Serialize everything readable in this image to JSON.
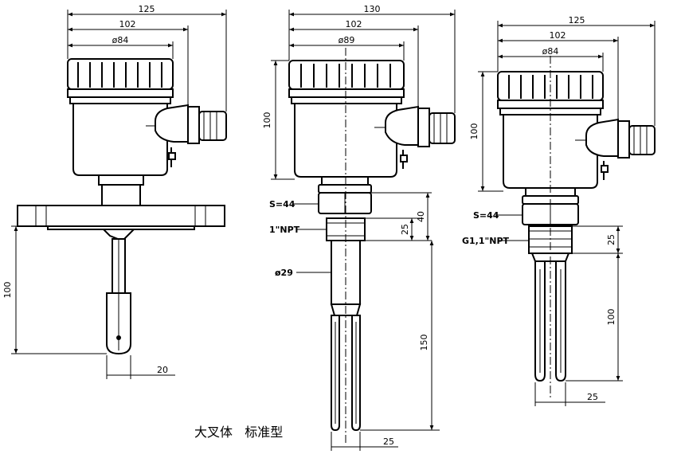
{
  "caption": "大叉体   标准型",
  "left_view": {
    "dim_overall_width": "125",
    "dim_housing_width": "102",
    "dim_cap_diameter": "ø84",
    "dim_probe_length": "100",
    "dim_paddle_width": "20"
  },
  "middle_view": {
    "dim_overall_width": "130",
    "dim_housing_width": "102",
    "dim_cap_diameter": "ø89",
    "dim_housing_height": "100",
    "dim_hex": "S=44",
    "dim_thread": "1\"NPT",
    "dim_tube": "ø29",
    "dim_hex_to_thread": "40",
    "dim_thread_length": "25",
    "dim_fork_length": "150",
    "dim_fork_gap": "25"
  },
  "right_view": {
    "dim_overall_width": "125",
    "dim_housing_width": "102",
    "dim_cap_diameter": "ø84",
    "dim_housing_height": "100",
    "dim_hex": "S=44",
    "dim_thread": "G1,1\"NPT",
    "dim_thread_length": "25",
    "dim_fork_length": "100",
    "dim_fork_gap": "25"
  }
}
